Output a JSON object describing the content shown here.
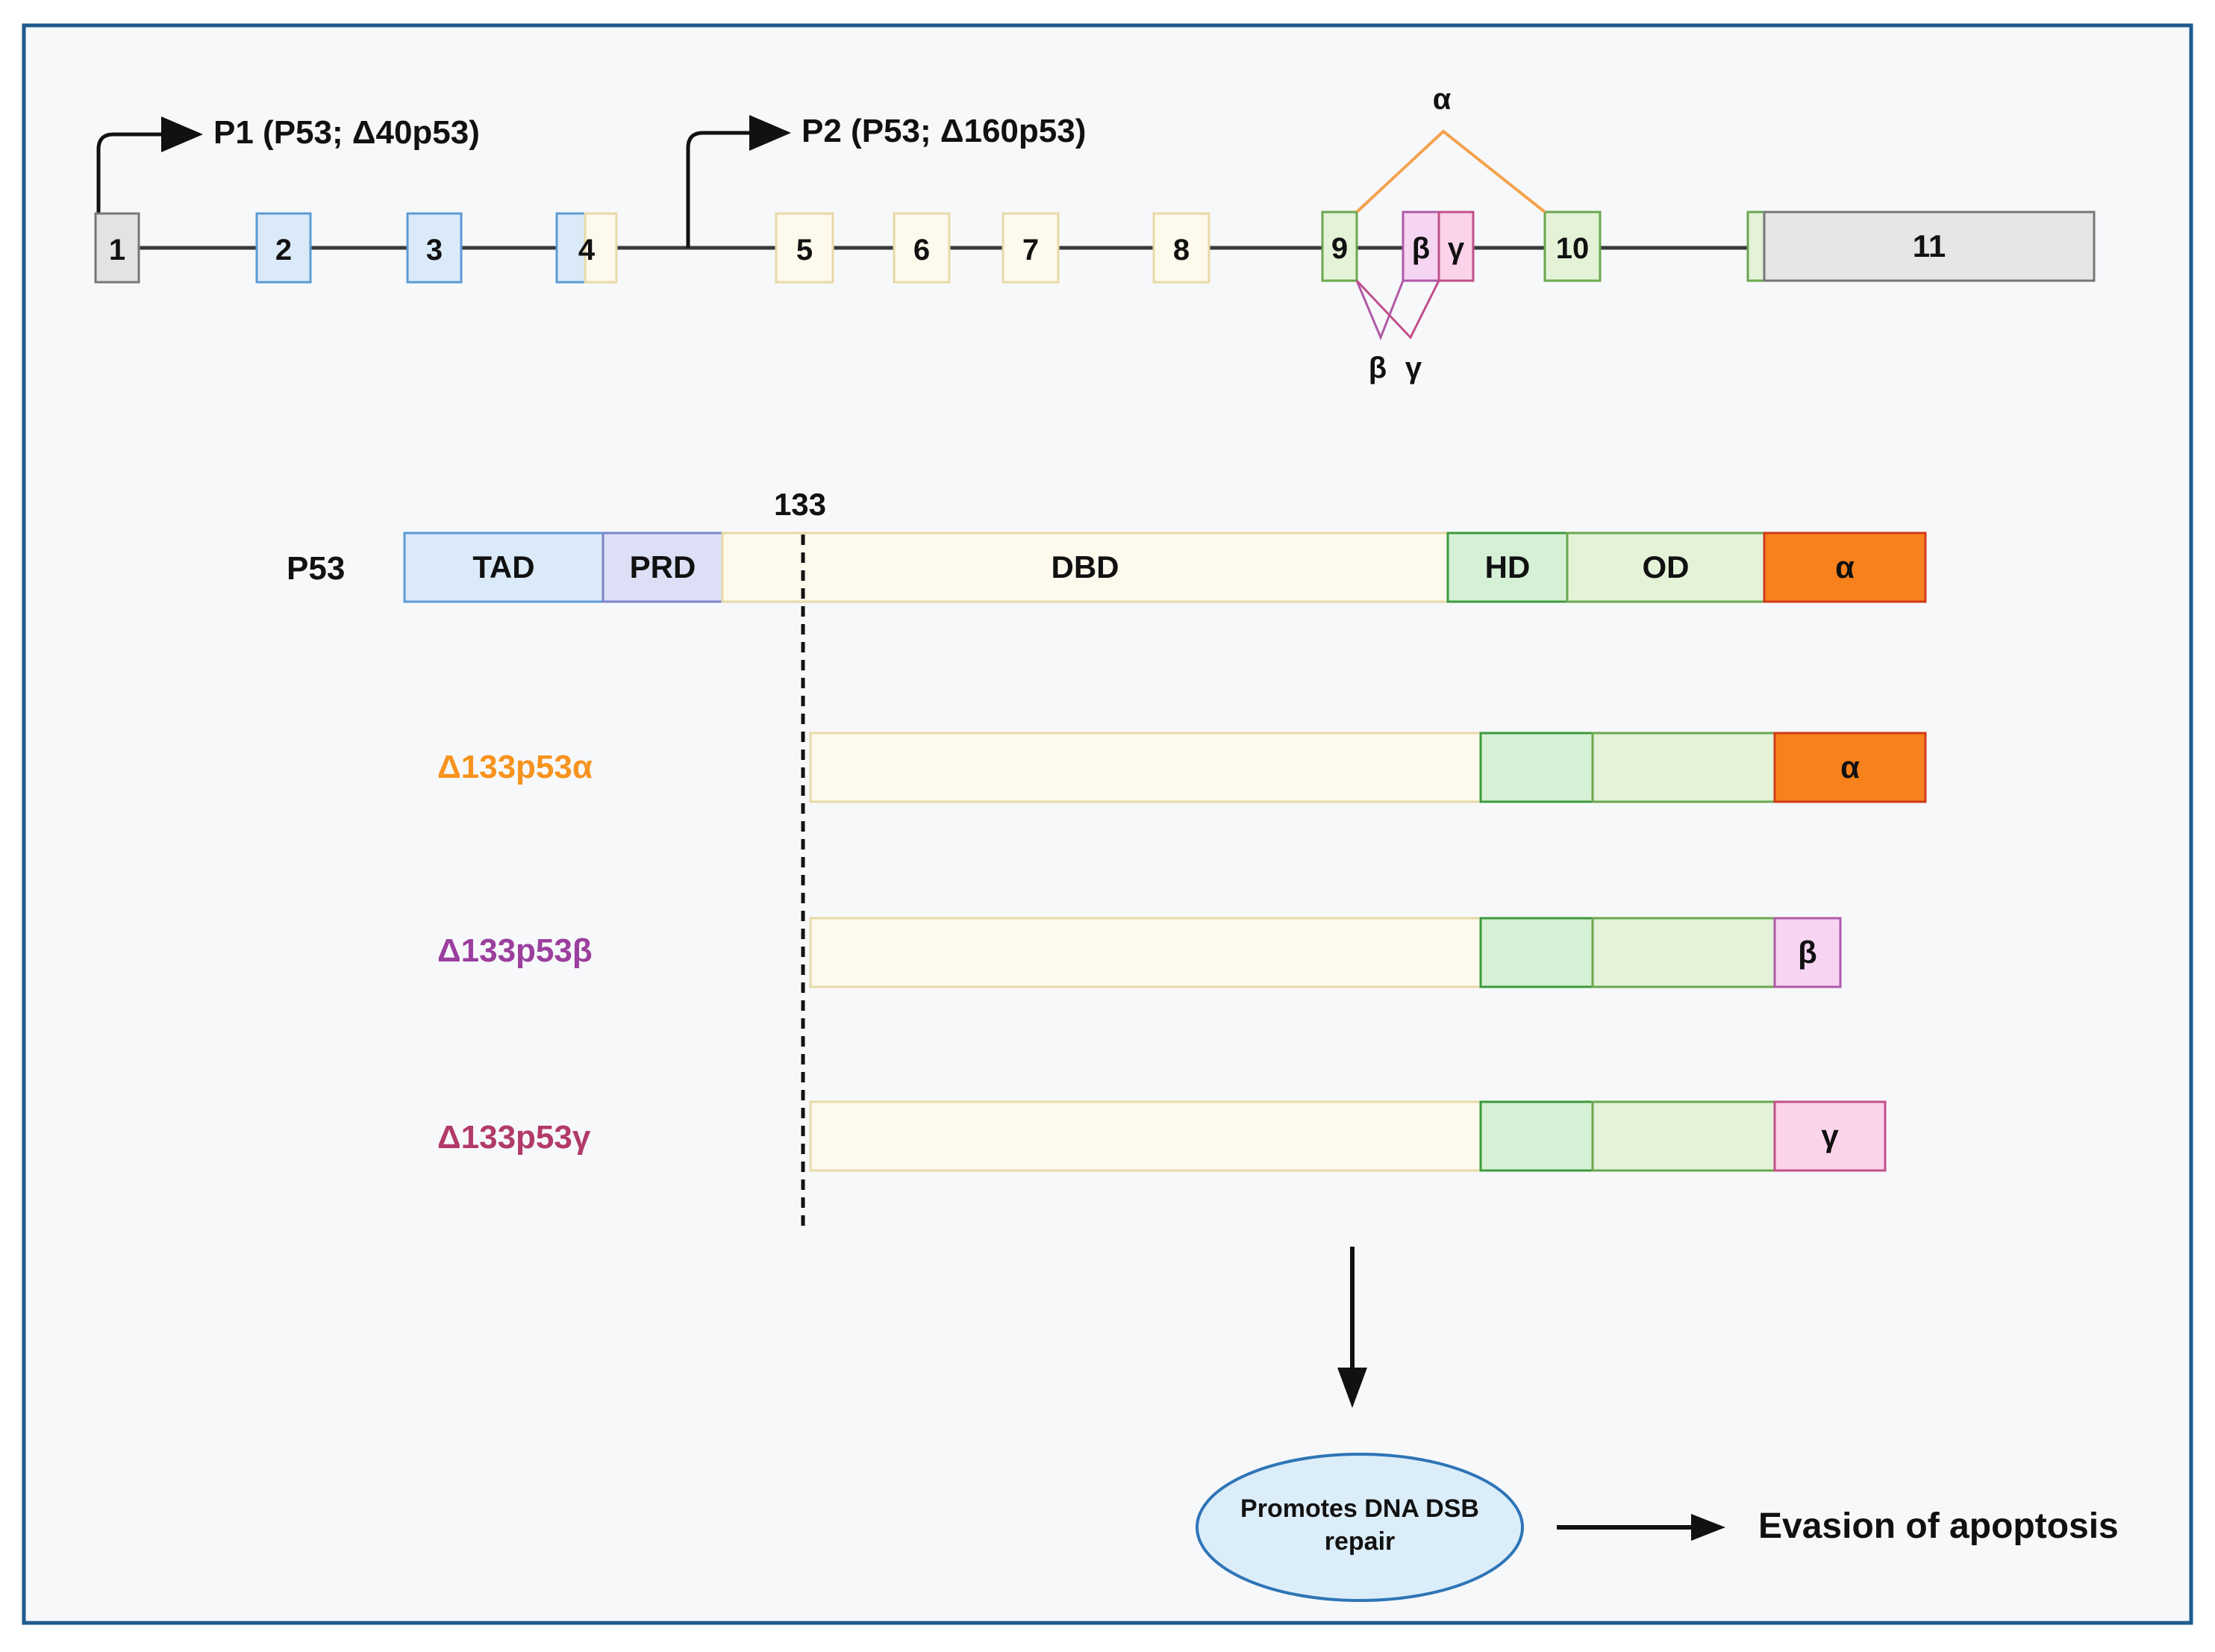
{
  "promoters": {
    "p1": "P1 (P53; Δ40p53)",
    "p2": "P2 (P53; Δ160p53)"
  },
  "exons": {
    "e1": "1",
    "e2": "2",
    "e3": "3",
    "e4": "4",
    "e5": "5",
    "e6": "6",
    "e7": "7",
    "e8": "8",
    "e9": "9",
    "e_beta": "β",
    "e_gamma": "γ",
    "e10": "10",
    "e11": "11"
  },
  "splicing": {
    "alpha": "α",
    "beta": "β",
    "gamma": "γ"
  },
  "position_label": "133",
  "p53": {
    "label": "P53",
    "domains": {
      "tad": "TAD",
      "prd": "PRD",
      "dbd": "DBD",
      "hd": "HD",
      "od": "OD",
      "alpha": "α"
    }
  },
  "isoforms": {
    "alpha": {
      "label": "Δ133p53α",
      "tail": "α",
      "color": "#f7931e"
    },
    "beta": {
      "label": "Δ133p53β",
      "tail": "β",
      "color": "#9b3f9e"
    },
    "gamma": {
      "label": "Δ133p53γ",
      "tail": "γ",
      "color": "#b23a6a"
    }
  },
  "outcome": {
    "ellipse_line1": "Promotes DNA DSB",
    "ellipse_line2": "repair",
    "result": "Evasion of apoptosis"
  },
  "colors": {
    "tad": "#dbeaf8",
    "tad_border": "#5b9bd5",
    "prd": "#dcdff5",
    "prd_border": "#7b85c9",
    "dbd": "#fdf9ec",
    "dbd_border": "#e8d9a8",
    "hd": "#d6f0d6",
    "hd_border": "#3c9a3c",
    "od": "#e4f2d8",
    "od_border": "#6aa84f",
    "alpha_fill": "#f7821b",
    "alpha_border": "#d03a1a",
    "beta_fill": "#f6d5f2",
    "beta_border": "#b05aa8",
    "gamma_fill": "#fbd3ea",
    "gamma_border": "#c0508a",
    "ellipse": "#dcedfa",
    "ellipse_border": "#2e75b6",
    "alpha_line": "#f4a24d",
    "background": "#f7f8fa"
  }
}
